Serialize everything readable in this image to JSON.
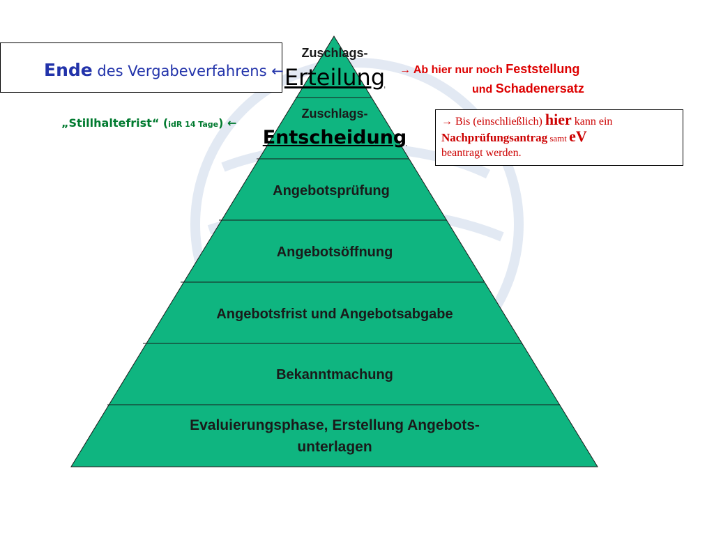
{
  "pyramid": {
    "top_levels": [
      {
        "small": "Zuschlags-",
        "big": "Erteilung"
      },
      {
        "small": "Zuschlags-",
        "big": "Entscheidung"
      }
    ],
    "levels": [
      "Angebotsprüfung",
      "Angebotsöffnung",
      "Angebotsfrist und Angebotsabgabe",
      "Bekanntmachung"
    ],
    "base": [
      "Evaluierungsphase, Erstellung Angebots-",
      "unterlagen"
    ],
    "fill_color": "#0fb580"
  },
  "annotations": {
    "ende": {
      "bold": "Ende",
      "rest": " des Vergabeverfahrens ",
      "arrow": "←"
    },
    "stillhalte": {
      "main": "„Stillhaltefrist“ (",
      "small": "idR 14 Tage",
      "close": ") ",
      "arrow": "←"
    },
    "feststellung": {
      "arrow": "→",
      "part1": " Ab hier nur noch ",
      "part1b": "Feststellung",
      "part2": "und ",
      "part2b": "Schadenersatz"
    },
    "nachpruefung": {
      "arrow": "→",
      "t1": " Bis (einschließlich) ",
      "t2": "hier",
      "t3": " kann ein",
      "t4": "Nachprüfungsantrag",
      "t5": " samt ",
      "t6": "eV",
      "t7": "beantragt werden."
    }
  },
  "colors": {
    "green_text": "#007a2f",
    "blue_text": "#2233aa",
    "red_text": "#dd0000"
  }
}
